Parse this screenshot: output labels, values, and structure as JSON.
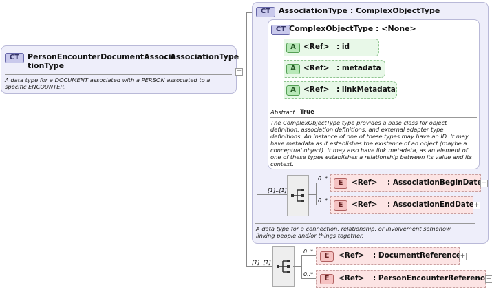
{
  "main_type": {
    "badge": "CT",
    "name_line1": "PersonEncounterDocumentAssocia",
    "name_line2": "tionType",
    "base_line1": ": AssociationType",
    "description": "A data type for a DOCUMENT associated with a PERSON associated to a specific ENCOUNTER."
  },
  "association_type": {
    "badge": "CT",
    "title": "AssociationType : ComplexObjectType",
    "description": "A data type for a connection, relationship, or involvement somehow linking people and/or things together."
  },
  "complex_object_type": {
    "badge": "CT",
    "title": "ComplexObjectType : <None>",
    "attributes": [
      {
        "badge": "A",
        "ref": "<Ref>",
        "name": ": id"
      },
      {
        "badge": "A",
        "ref": "<Ref>",
        "name": ": metadata"
      },
      {
        "badge": "A",
        "ref": "<Ref>",
        "name": ": linkMetadata"
      }
    ],
    "abstract_label": "Abstract",
    "abstract_value": "True",
    "description": "The ComplexObjectType type provides a base class for object definition, association definitions, and external adapter type definitions. An instance of one of these types may have an ID. It may have metadata as it establishes the existence of an object (maybe a conceptual object). It may also have link metadata, as an element of one of these types establishes a relationship between its value and its context."
  },
  "association_sequence": {
    "cardinality": "[1]..[1]",
    "elements": [
      {
        "badge": "E",
        "ref": "<Ref>",
        "name": ": AssociationBeginDate",
        "cardinality": "0..*"
      },
      {
        "badge": "E",
        "ref": "<Ref>",
        "name": ": AssociationEndDate",
        "cardinality": "0..*"
      }
    ]
  },
  "main_sequence": {
    "cardinality": "[1]..[1]",
    "elements": [
      {
        "badge": "E",
        "ref": "<Ref>",
        "name": ": DocumentReference",
        "cardinality": "0..*"
      },
      {
        "badge": "E",
        "ref": "<Ref>",
        "name": ": PersonEncounterReference",
        "cardinality": "0..*"
      }
    ]
  }
}
